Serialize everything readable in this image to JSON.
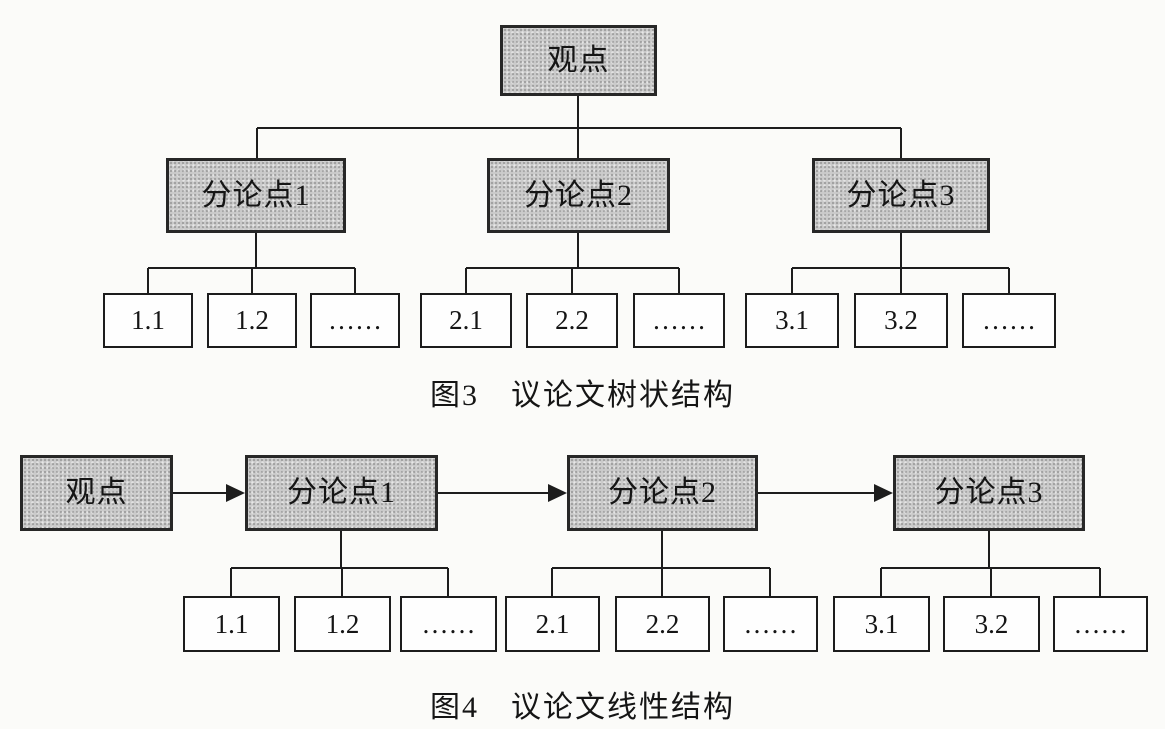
{
  "figure3": {
    "caption": "图3　议论文树状结构",
    "root_label": "观点",
    "branches": [
      {
        "label": "分论点1",
        "children": [
          "1.1",
          "1.2",
          "……"
        ]
      },
      {
        "label": "分论点2",
        "children": [
          "2.1",
          "2.2",
          "……"
        ]
      },
      {
        "label": "分论点3",
        "children": [
          "3.1",
          "3.2",
          "……"
        ]
      }
    ]
  },
  "figure4": {
    "caption": "图4　议论文线性结构",
    "root_label": "观点",
    "branches": [
      {
        "label": "分论点1",
        "children": [
          "1.1",
          "1.2",
          "……"
        ]
      },
      {
        "label": "分论点2",
        "children": [
          "2.1",
          "2.2",
          "……"
        ]
      },
      {
        "label": "分论点3",
        "children": [
          "3.1",
          "3.2",
          "……"
        ]
      }
    ]
  },
  "colors": {
    "node_fill": "#cbcbcb",
    "node_border": "#272727",
    "leaf_fill": "#fefefe",
    "leaf_border": "#1c1c1c",
    "line": "#1d1d1d",
    "background": "#fbfbf9",
    "text": "#151515"
  }
}
